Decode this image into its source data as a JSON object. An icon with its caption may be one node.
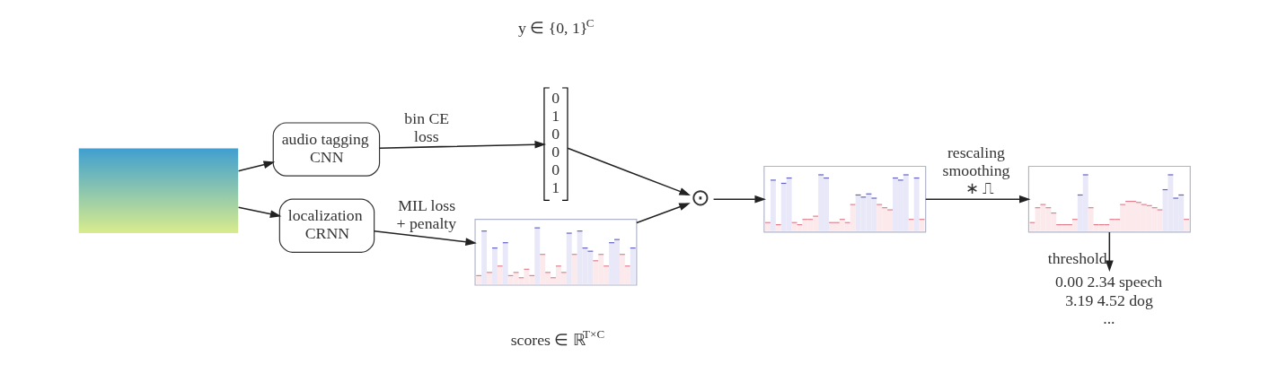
{
  "diagram": {
    "nodes": [
      {
        "text": [],
        "shape": "picture"
      },
      {
        "text": [
          "audio tagging CNN"
        ]
      },
      {
        "text": [
          "localization CRNN"
        ]
      },
      {
        "text": [
          "0 1 0 0 0 1"
        ],
        "beside": [
          "y ∈ {0, 1}$^{C}$"
        ]
      },
      {
        "text": [],
        "shape": "picture",
        "beside": [
          "scores ∈ ℝ$^{T×C}$"
        ]
      },
      {
        "text": [
          "⊙"
        ]
      },
      {
        "text": [],
        "shape": "picture"
      },
      {
        "text": [],
        "shape": "picture"
      },
      {
        "text": [
          "0.00 2.34 speech",
          "3.19 4.52 dog",
          "..."
        ]
      }
    ],
    "edges": [
      {
        "from": 0,
        "to": 1,
        "arrow": "to"
      },
      {
        "from": 0,
        "to": 2,
        "arrow": "to"
      },
      {
        "from": 1,
        "to": 3,
        "arrow": "to",
        "label": "bin CE loss"
      },
      {
        "from": 2,
        "to": 4,
        "arrow": "to",
        "label": "MIL loss + penalty"
      },
      {
        "from": 3,
        "to": 5,
        "arrow": "to"
      },
      {
        "from": 4,
        "to": 5,
        "arrow": "to"
      },
      {
        "from": 5,
        "to": 6,
        "arrow": "to"
      },
      {
        "from": 6,
        "to": 7,
        "arrow": "to",
        "label": "rescaling smoothing ∗ ⎍"
      },
      {
        "from": 7,
        "to": 8,
        "arrow": "to",
        "label": "threshold"
      }
    ]
  }
}
